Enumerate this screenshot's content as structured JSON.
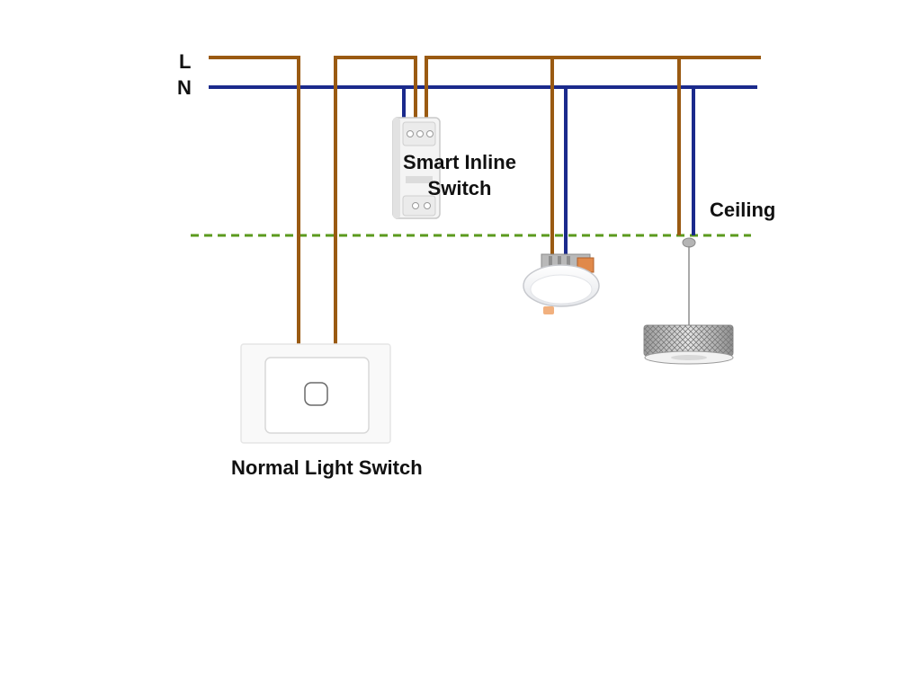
{
  "labels": {
    "live": "L",
    "neutral": "N",
    "smart_switch_line1": "Smart Inline",
    "smart_switch_line2": "Switch",
    "ceiling": "Ceiling",
    "normal_switch": "Normal Light Switch"
  },
  "colors": {
    "live_wire": "#9a5a12",
    "neutral_wire": "#1b2a8c",
    "ceiling_line": "#5b9a1e",
    "background": "#ffffff"
  },
  "components": [
    {
      "name": "smart-inline-switch",
      "icon": "smart-relay-module"
    },
    {
      "name": "normal-light-switch",
      "icon": "wall-plate-switch"
    },
    {
      "name": "downlight",
      "icon": "recessed-downlight"
    },
    {
      "name": "pendant-light",
      "icon": "drum-pendant-lamp"
    }
  ]
}
